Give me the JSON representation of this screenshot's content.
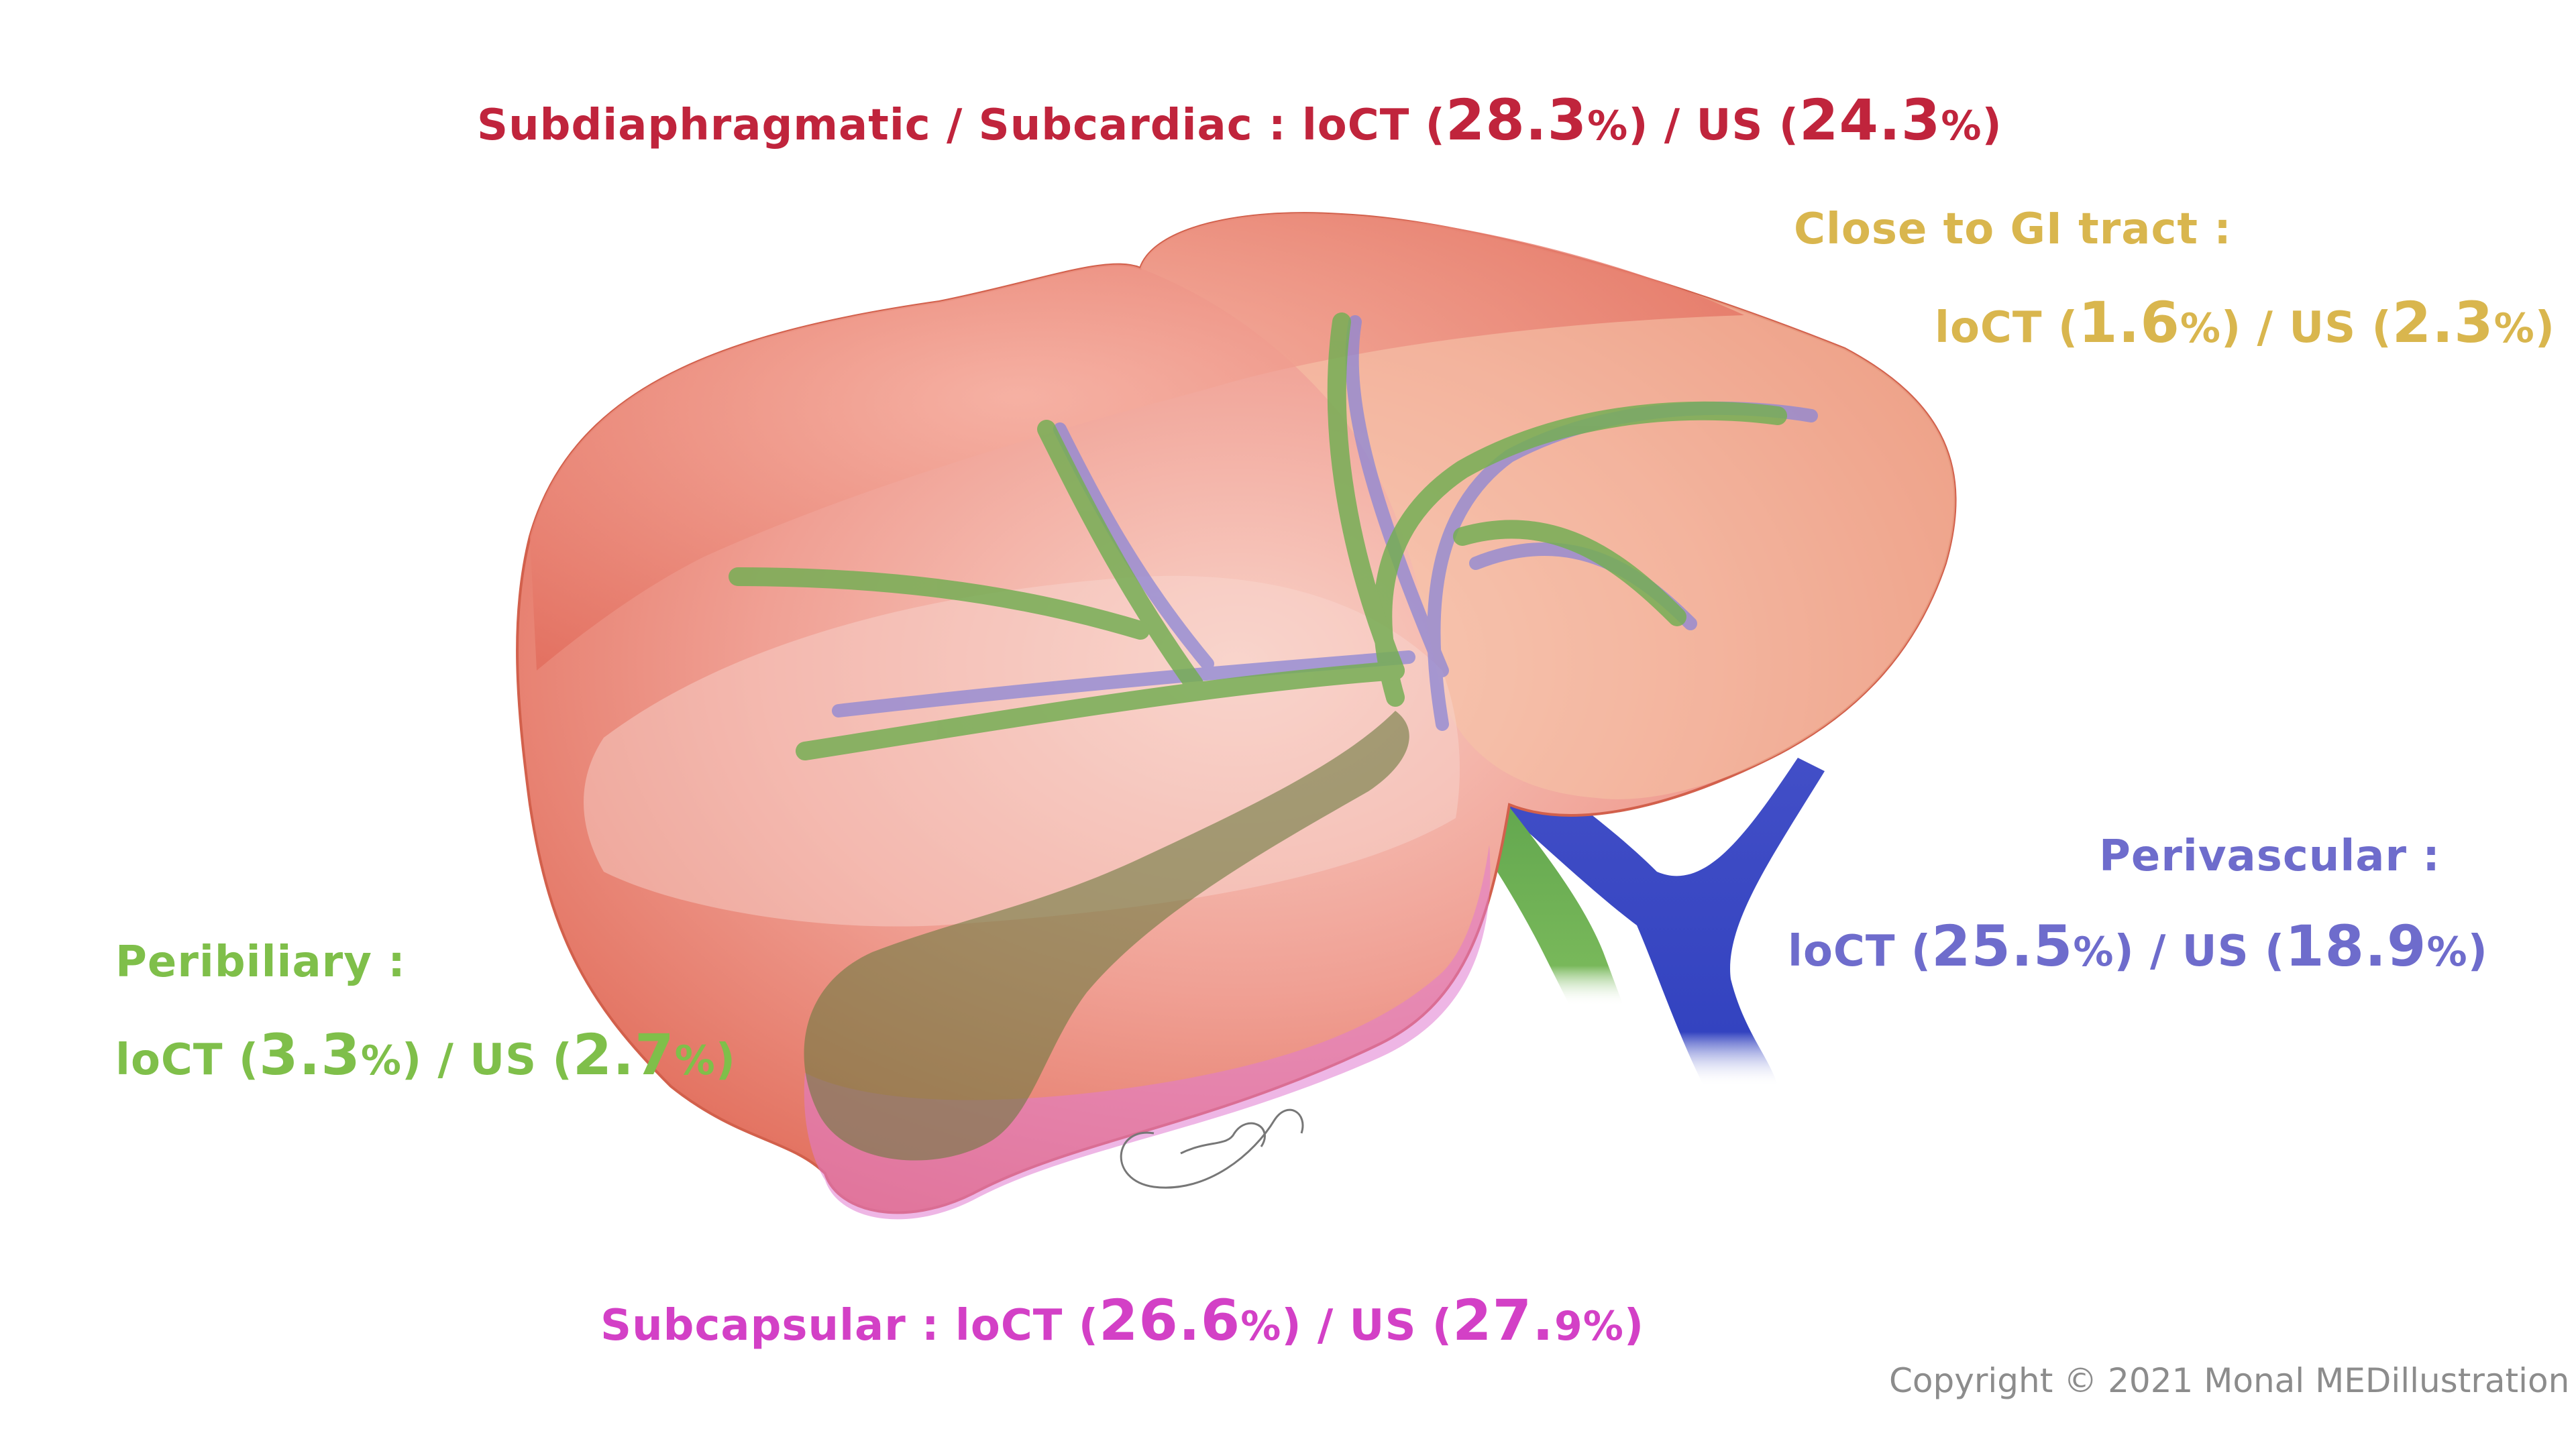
{
  "colors": {
    "subdiaphragmatic": "#c0243c",
    "gi_tract": "#d9b64e",
    "perivascular": "#6e6ccc",
    "peribiliary": "#7fbf4a",
    "subcapsular": "#d340c6",
    "liver": "#ec8474",
    "bile_duct": "#6fa84e",
    "vessel": "#3f4fc4",
    "copyright": "#8c8c8c"
  },
  "labels": {
    "subdiaphragmatic": {
      "name": "Subdiaphragmatic / Subcardiac",
      "sep": ":",
      "loct_prefix": "loCT (",
      "loct_value": "28.3",
      "pct": "%",
      "close": ")",
      "slash": "/",
      "us_prefix": "US (",
      "us_value": "24.3"
    },
    "gi_tract": {
      "name": "Close to GI tract",
      "sep": ":",
      "loct_prefix": "loCT (",
      "loct_value": "1.6",
      "pct": "%",
      "close": ")",
      "slash": "/",
      "us_prefix": "US (",
      "us_value": "2.3"
    },
    "perivascular": {
      "name": "Perivascular",
      "sep": ":",
      "loct_prefix": "loCT (",
      "loct_value": "25.5",
      "pct": "%",
      "close": ")",
      "slash": "/",
      "us_prefix": "US (",
      "us_value": "18.9"
    },
    "peribiliary": {
      "name": "Peribiliary",
      "sep": ":",
      "loct_prefix": "loCT (",
      "loct_value": "3.3",
      "pct": "%",
      "close": ")",
      "slash": "/",
      "us_prefix": "US (",
      "us_value": "2.7"
    },
    "subcapsular": {
      "name": "Subcapsular",
      "sep": ":",
      "loct_prefix": "loCT (",
      "loct_value": "26.6",
      "pct": "%",
      "close": ")",
      "slash": "/",
      "us_prefix": "US (",
      "us_value": "27.",
      "us_value_small": "9"
    }
  },
  "copyright": "Copyright © 2021 Monal MEDillustration"
}
